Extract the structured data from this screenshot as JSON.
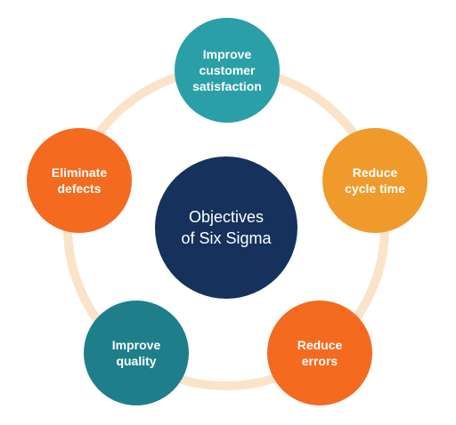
{
  "diagram": {
    "colors": {
      "ring": "#fbe3c9",
      "center": "#16325c",
      "teal": "#2a9fa8",
      "orange_light": "#f09a2b",
      "orange_dark": "#f46a1f",
      "teal_dark": "#1e7f8a"
    },
    "center": {
      "label": "Objectives\nof Six Sigma"
    },
    "nodes": [
      {
        "label": "Improve\ncustomer\nsatisfaction",
        "color": "#2a9fa8"
      },
      {
        "label": "Reduce\ncycle time",
        "color": "#f09a2b"
      },
      {
        "label": "Reduce\nerrors",
        "color": "#f46a1f"
      },
      {
        "label": "Improve\nquality",
        "color": "#1e7f8a"
      },
      {
        "label": "Eliminate\ndefects",
        "color": "#f46a1f"
      }
    ]
  }
}
